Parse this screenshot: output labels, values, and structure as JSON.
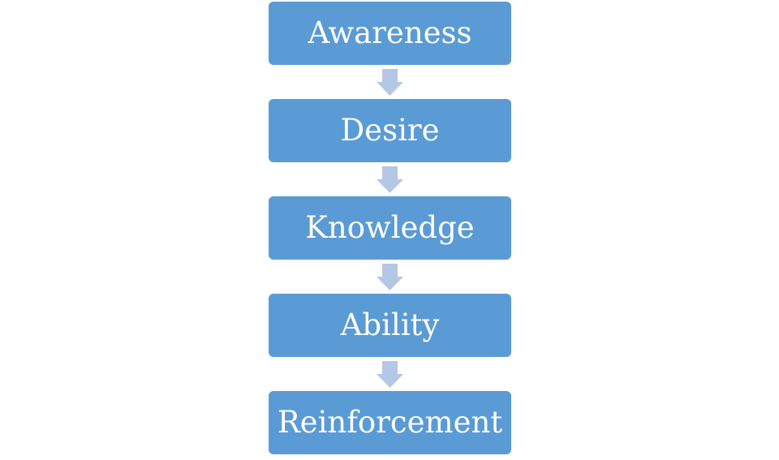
{
  "diagram": {
    "steps": [
      {
        "label": "Awareness"
      },
      {
        "label": "Desire"
      },
      {
        "label": "Knowledge"
      },
      {
        "label": "Ability"
      },
      {
        "label": "Reinforcement"
      }
    ],
    "colors": {
      "box_fill": "#5b9bd5",
      "box_text": "#ffffff",
      "arrow_fill": "#b4c7e7"
    },
    "arrow_icon": "arrow-down-icon"
  }
}
